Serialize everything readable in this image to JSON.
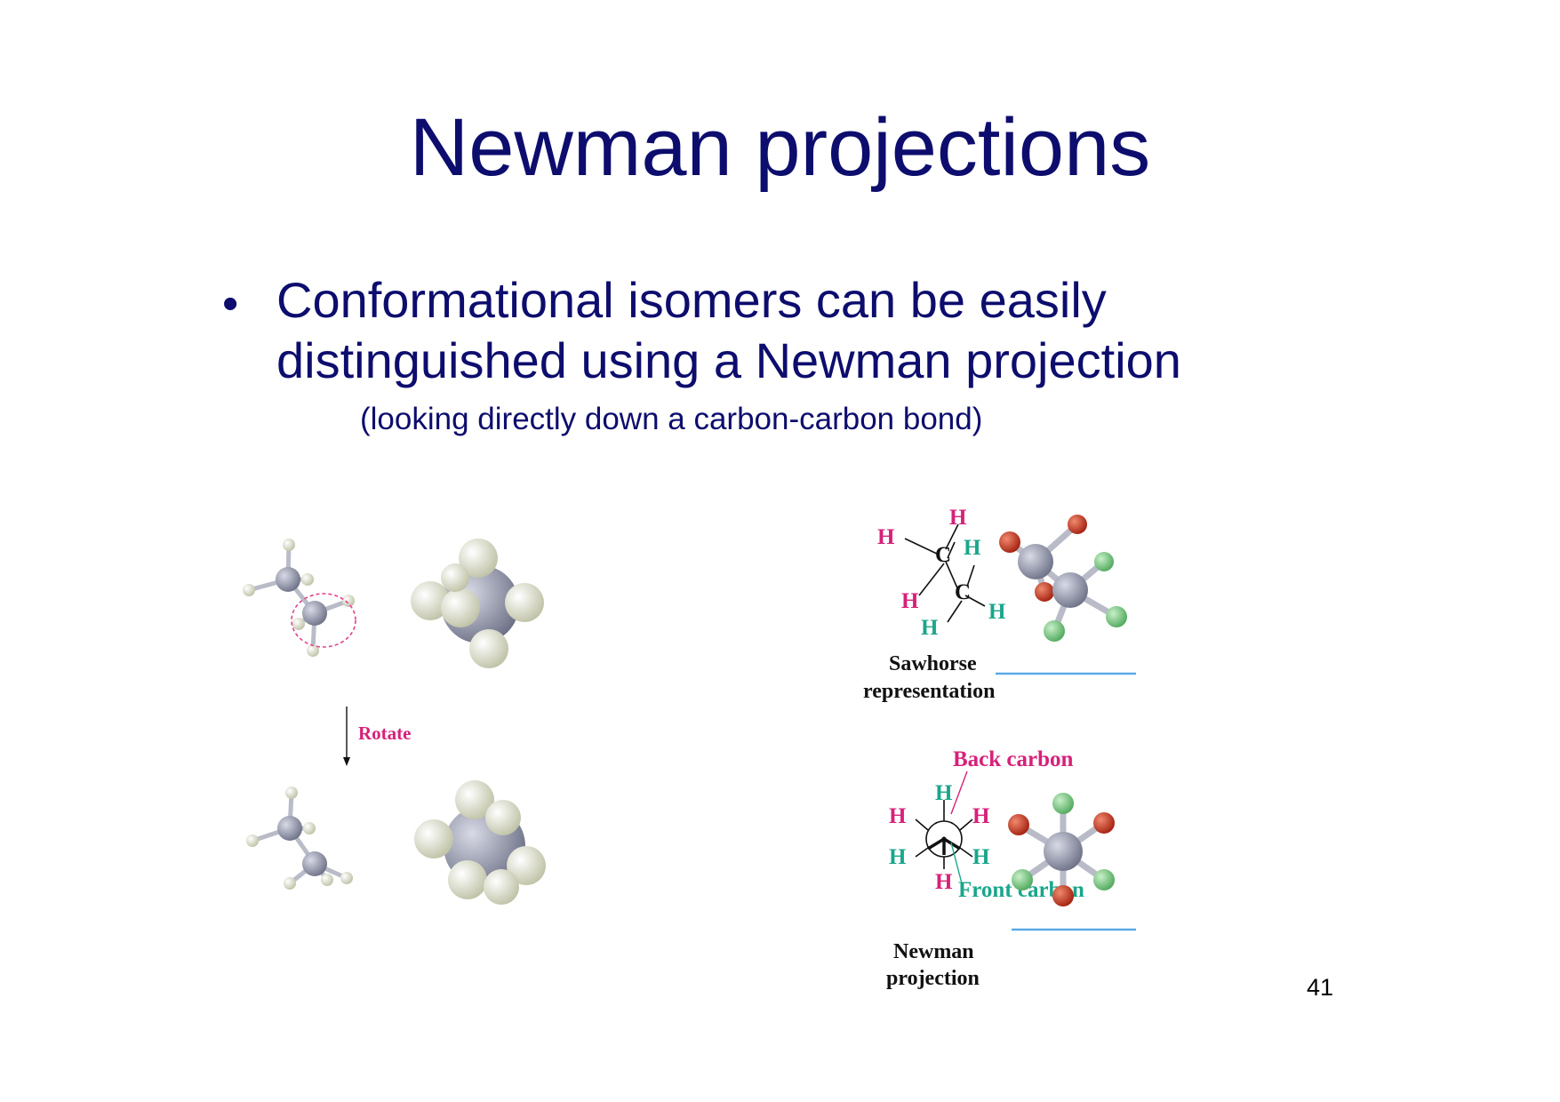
{
  "slide": {
    "title": "Newman projections",
    "bullet_line1": "Conformational isomers can be easily",
    "bullet_line2": "distinguished using a Newman projection",
    "sub_note": "(looking directly down a carbon-carbon bond)",
    "page_number": "41"
  },
  "left_figure": {
    "rotate_label": "Rotate"
  },
  "right_figure": {
    "sawhorse_label_1": "Sawhorse",
    "sawhorse_label_2": "representation",
    "newman_label_1": "Newman",
    "newman_label_2": "projection",
    "back_carbon": "Back carbon",
    "front_carbon": "Front carbon",
    "atom_H": "H",
    "atom_C": "C"
  },
  "colors": {
    "title": "#0d0d6e",
    "magenta": "#d6217a",
    "teal": "#1aa68b",
    "carbon": "#8f93a6",
    "hydrogen": "#e8ead6",
    "red_atom": "#c0321f",
    "green_atom": "#6cc27a",
    "rule": "#5aa9e6"
  }
}
